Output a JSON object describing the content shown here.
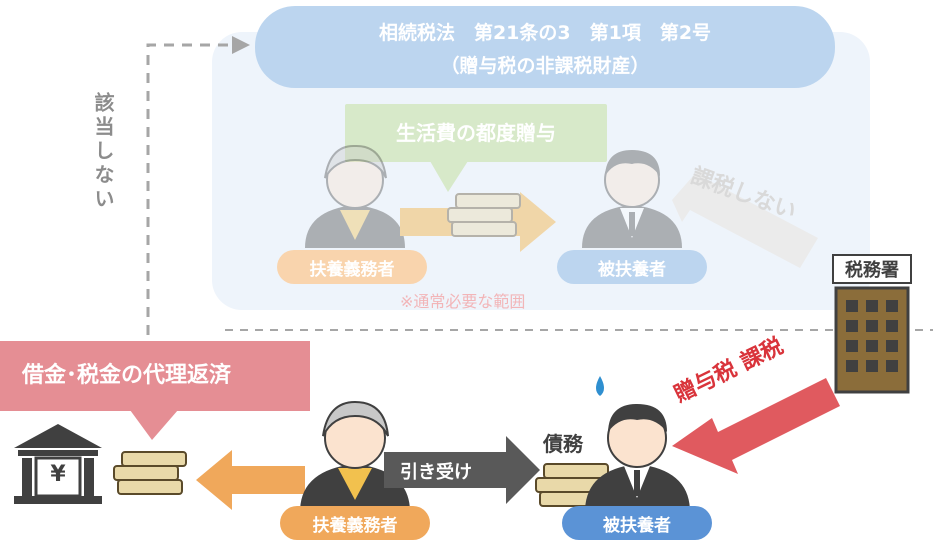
{
  "top_rule": {
    "line1": "相続税法　第21条の3　第1項　第2号",
    "line2": "（贈与税の非課税財産）"
  },
  "side_label": "該当しない",
  "upper_scene": {
    "bubble": "生活費の都度贈与",
    "giver_label": "扶養義務者",
    "receiver_label": "被扶養者",
    "note": "※通常必要な範囲",
    "no_tax_label": "課税しない"
  },
  "tax_office_label": "税務署",
  "lower_scene": {
    "bubble": "借金･税金の代理返済",
    "bank_symbol": "¥",
    "giver_label": "扶養義務者",
    "assume_label": "引き受け",
    "debt_label": "債務",
    "receiver_label": "被扶養者",
    "tax_label": "贈与税 課税"
  },
  "colors": {
    "blue_pill": "#5b93d6",
    "orange_pill": "#f0a85b",
    "green_bubble": "#a9d18e",
    "pink_bubble": "#e58e94",
    "red_arrow": "#e05a5f",
    "gray_arrow": "#595959",
    "building": "#8b6d3a"
  }
}
